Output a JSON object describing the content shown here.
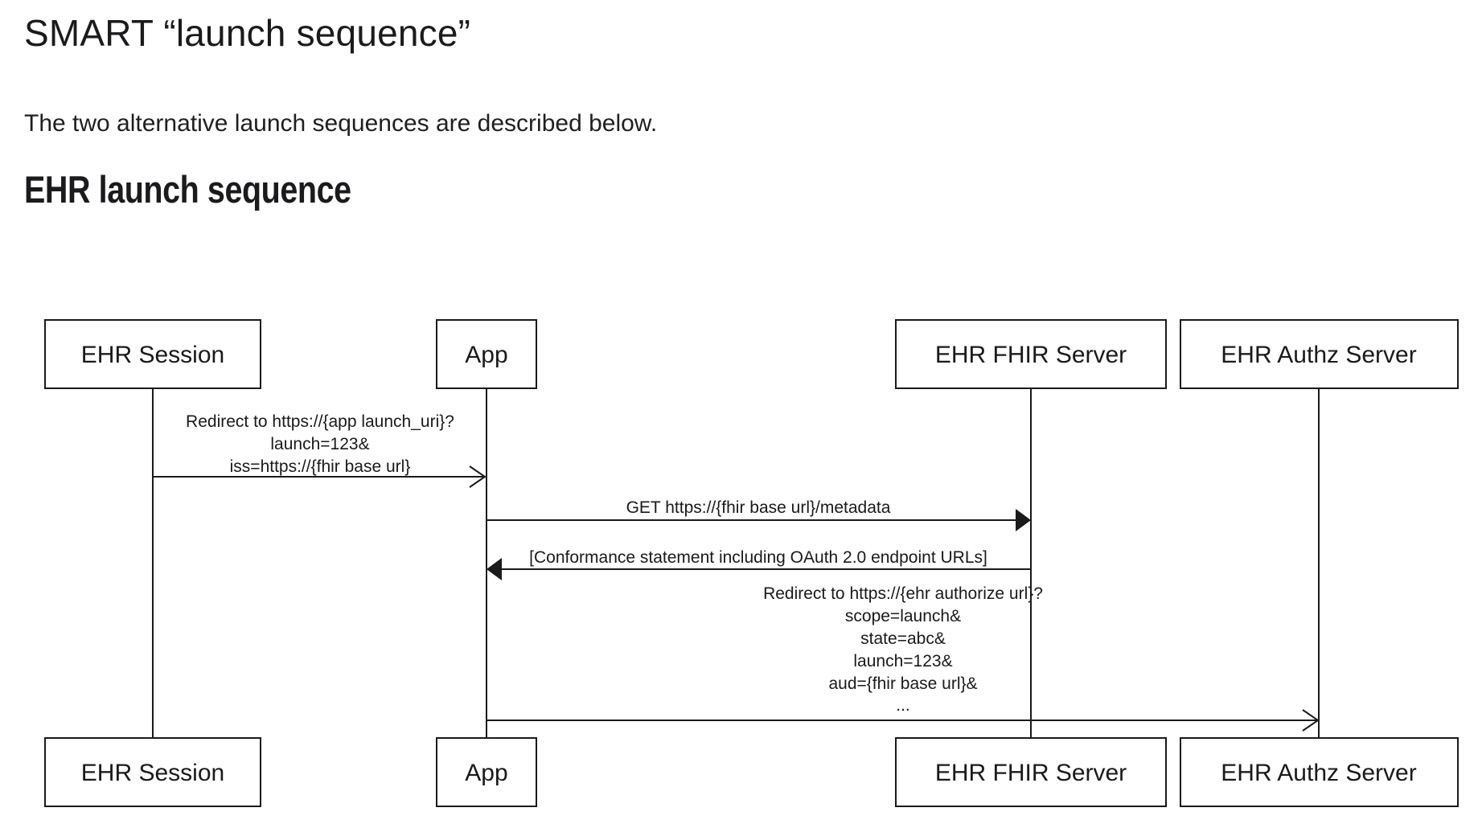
{
  "header": {
    "title": "SMART “launch sequence”",
    "intro": "The two alternative launch sequences are described below.",
    "section_heading": "EHR launch sequence"
  },
  "diagram": {
    "actors": [
      {
        "id": "ehr-session",
        "label": "EHR Session"
      },
      {
        "id": "app",
        "label": "App"
      },
      {
        "id": "ehr-fhir-server",
        "label": "EHR FHIR Server"
      },
      {
        "id": "ehr-authz-server",
        "label": "EHR Authz Server"
      }
    ],
    "messages": [
      {
        "from": "EHR Session",
        "to": "App",
        "arrow": "open",
        "lines": [
          "Redirect to https://{app launch_uri}?",
          "launch=123&",
          "iss=https://{fhir base url}"
        ]
      },
      {
        "from": "App",
        "to": "EHR FHIR Server",
        "arrow": "solid",
        "lines": [
          "GET https://{fhir base url}/metadata"
        ]
      },
      {
        "from": "EHR FHIR Server",
        "to": "App",
        "arrow": "solid",
        "lines": [
          "[Conformance statement including OAuth 2.0 endpoint URLs]"
        ]
      },
      {
        "from": "App",
        "to": "EHR Authz Server",
        "arrow": "open",
        "lines": [
          "Redirect to https://{ehr authorize url}?",
          "scope=launch&",
          "state=abc&",
          "launch=123&",
          "aud={fhir base url}&",
          "..."
        ]
      }
    ],
    "colors": {
      "stroke": "#1a1a1a",
      "text": "#1a1a1a",
      "background": "#ffffff"
    }
  }
}
